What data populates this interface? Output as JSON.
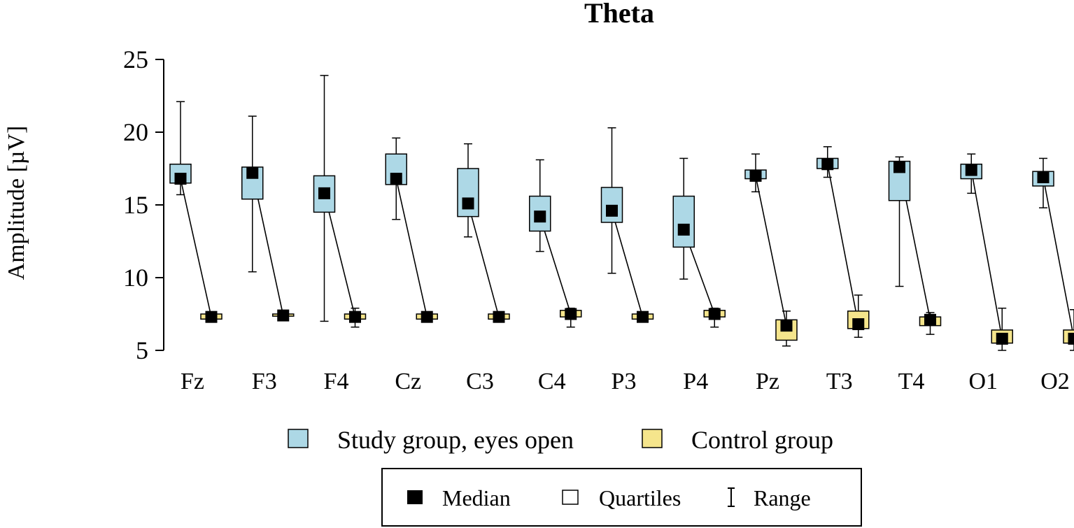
{
  "chart_data": {
    "type": "box",
    "title": "Theta",
    "xlabel": "",
    "ylabel": "Amplitude [µV]",
    "ylim": [
      5,
      25
    ],
    "yticks": [
      5,
      10,
      15,
      20,
      25
    ],
    "grid": false,
    "categories": [
      "Fz",
      "F3",
      "F4",
      "Cz",
      "C3",
      "C4",
      "P3",
      "P4",
      "Pz",
      "T3",
      "T4",
      "O1",
      "O2"
    ],
    "series": [
      {
        "name": "Study group, eyes open",
        "color": "#add8e6",
        "median": [
          16.8,
          17.2,
          15.8,
          16.8,
          15.1,
          14.2,
          14.6,
          13.3,
          17.0,
          17.8,
          17.6,
          17.4,
          16.9
        ],
        "q1": [
          16.5,
          15.4,
          14.5,
          16.4,
          14.2,
          13.2,
          13.8,
          12.1,
          16.8,
          17.5,
          15.3,
          16.8,
          16.3
        ],
        "q3": [
          17.8,
          17.6,
          17.0,
          18.5,
          17.5,
          15.6,
          16.2,
          15.6,
          17.4,
          18.2,
          18.0,
          17.8,
          17.3
        ],
        "min": [
          15.7,
          10.4,
          7.0,
          14.0,
          12.8,
          11.8,
          10.3,
          9.9,
          15.9,
          16.9,
          9.4,
          15.8,
          14.8
        ],
        "max": [
          22.1,
          21.1,
          23.9,
          19.6,
          19.2,
          18.1,
          20.3,
          18.2,
          18.5,
          19.0,
          18.3,
          18.5,
          18.2
        ]
      },
      {
        "name": "Control group",
        "color": "#f5e58c",
        "median": [
          7.3,
          7.4,
          7.3,
          7.3,
          7.3,
          7.5,
          7.3,
          7.5,
          6.7,
          6.8,
          7.1,
          5.8,
          5.8
        ],
        "q1": [
          7.15,
          7.35,
          7.15,
          7.15,
          7.15,
          7.3,
          7.15,
          7.3,
          5.7,
          6.5,
          6.7,
          5.5,
          5.5
        ],
        "q3": [
          7.5,
          7.5,
          7.5,
          7.5,
          7.5,
          7.75,
          7.5,
          7.75,
          7.1,
          7.7,
          7.3,
          6.4,
          6.4
        ],
        "min": [
          7.1,
          7.3,
          6.6,
          7.0,
          7.0,
          6.6,
          7.0,
          6.6,
          5.3,
          5.9,
          6.1,
          5.0,
          5.0
        ],
        "max": [
          7.6,
          7.5,
          7.9,
          7.6,
          7.6,
          7.9,
          7.6,
          7.9,
          7.7,
          8.8,
          7.6,
          7.9,
          7.8
        ]
      }
    ],
    "legend": {
      "position": "bottom",
      "entries": [
        "Study group, eyes open",
        "Control group"
      ]
    },
    "key": {
      "median": "Median",
      "quartiles": "Quartiles",
      "range": "Range"
    }
  }
}
